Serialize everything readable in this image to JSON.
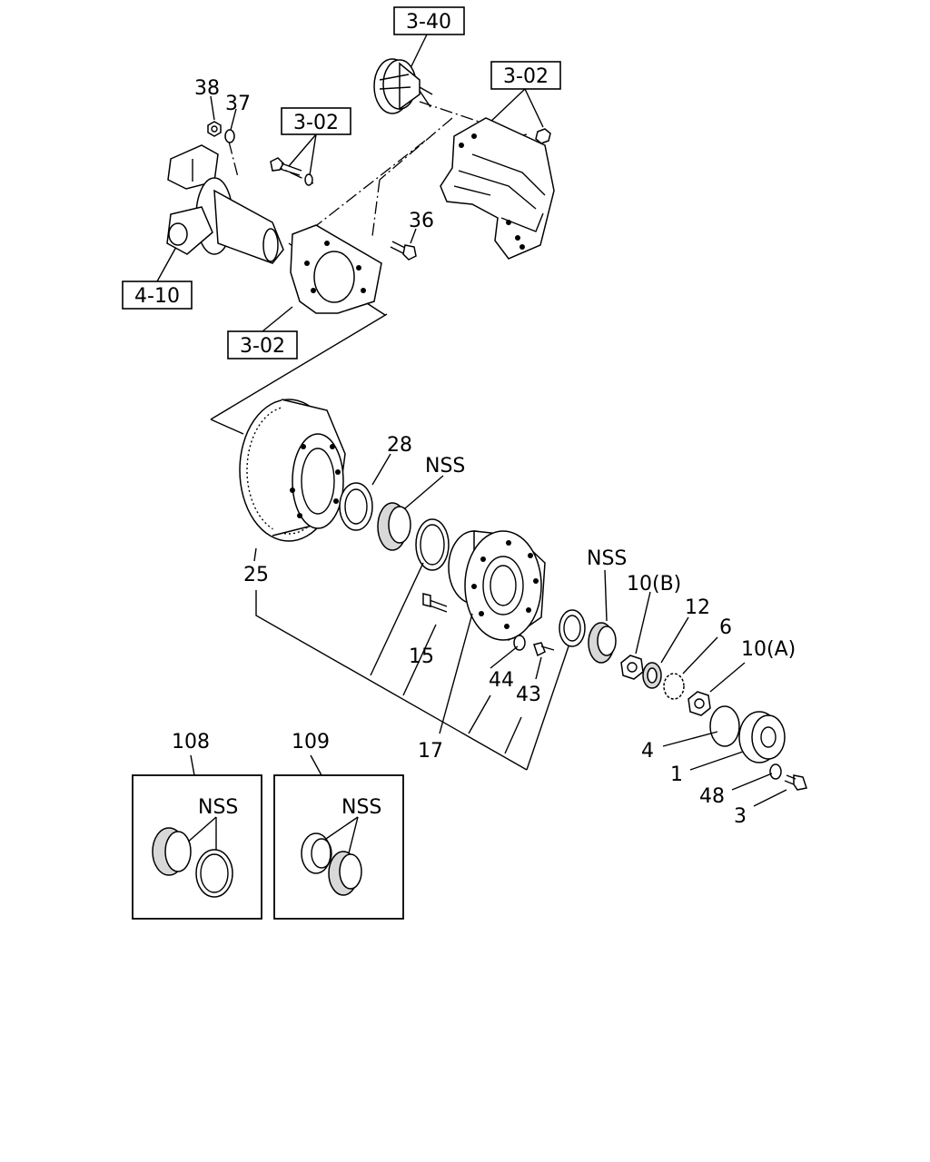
{
  "refs": {
    "r340": "3-40",
    "r302_top": "3-02",
    "r302_mid": "3-02",
    "r302_low": "3-02",
    "r410": "4-10"
  },
  "callouts": {
    "c38": "38",
    "c37": "37",
    "c36": "36",
    "c28": "28",
    "nss_inner": "NSS",
    "nss_outer": "NSS",
    "c25": "25",
    "c15": "15",
    "c17": "17",
    "c44": "44",
    "c43": "43",
    "c10b": "10(B)",
    "c12": "12",
    "c6": "6",
    "c10a": "10(A)",
    "c4": "4",
    "c1": "1",
    "c48": "48",
    "c3": "3"
  },
  "kits": {
    "k108": {
      "number": "108",
      "nss": "NSS"
    },
    "k109": {
      "number": "109",
      "nss": "NSS"
    }
  }
}
